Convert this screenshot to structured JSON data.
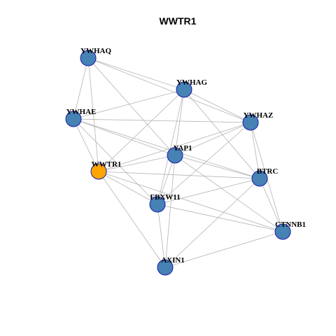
{
  "title": "WWTR1",
  "colors": {
    "node_fill": "#4682b4",
    "focus_fill": "#ffa500",
    "node_stroke": "#1a1aa8",
    "edge": "#b4b4b4"
  },
  "graph": {
    "focus": "WWTR1",
    "nodes": [
      "YWHAQ",
      "YWHAG",
      "YWHAE",
      "YWHAZ",
      "YAP1",
      "WWTR1",
      "BTRC",
      "FBXW11",
      "CTNNB1",
      "AXIN1"
    ],
    "edges": [
      [
        "YWHAQ",
        "YWHAG"
      ],
      [
        "YWHAQ",
        "YWHAE"
      ],
      [
        "YWHAQ",
        "YWHAZ"
      ],
      [
        "YWHAQ",
        "YAP1"
      ],
      [
        "YWHAQ",
        "WWTR1"
      ],
      [
        "YWHAG",
        "YWHAE"
      ],
      [
        "YWHAG",
        "YWHAZ"
      ],
      [
        "YWHAG",
        "YAP1"
      ],
      [
        "YWHAG",
        "WWTR1"
      ],
      [
        "YWHAG",
        "BTRC"
      ],
      [
        "YWHAG",
        "FBXW11"
      ],
      [
        "YWHAE",
        "YWHAZ"
      ],
      [
        "YWHAE",
        "YAP1"
      ],
      [
        "YWHAE",
        "WWTR1"
      ],
      [
        "YWHAE",
        "BTRC"
      ],
      [
        "YWHAE",
        "FBXW11"
      ],
      [
        "YWHAZ",
        "YAP1"
      ],
      [
        "YWHAZ",
        "WWTR1"
      ],
      [
        "YWHAZ",
        "BTRC"
      ],
      [
        "YWHAZ",
        "FBXW11"
      ],
      [
        "YWHAZ",
        "CTNNB1"
      ],
      [
        "YAP1",
        "WWTR1"
      ],
      [
        "YAP1",
        "BTRC"
      ],
      [
        "YAP1",
        "FBXW11"
      ],
      [
        "YAP1",
        "CTNNB1"
      ],
      [
        "YAP1",
        "AXIN1"
      ],
      [
        "WWTR1",
        "BTRC"
      ],
      [
        "WWTR1",
        "FBXW11"
      ],
      [
        "WWTR1",
        "CTNNB1"
      ],
      [
        "WWTR1",
        "AXIN1"
      ],
      [
        "BTRC",
        "FBXW11"
      ],
      [
        "BTRC",
        "CTNNB1"
      ],
      [
        "BTRC",
        "AXIN1"
      ],
      [
        "FBXW11",
        "CTNNB1"
      ],
      [
        "FBXW11",
        "AXIN1"
      ],
      [
        "CTNNB1",
        "AXIN1"
      ]
    ]
  }
}
